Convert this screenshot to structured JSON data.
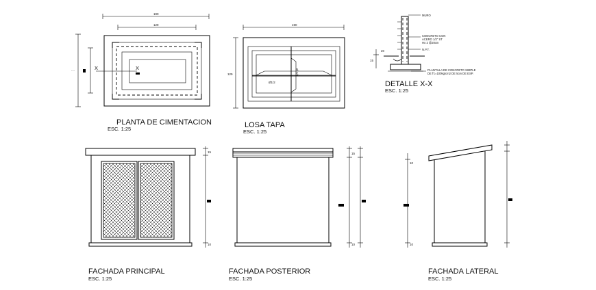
{
  "views": {
    "planta_cimentacion": {
      "title": "PLANTA DE CIMENTACION",
      "scale": "ESC. 1:25",
      "dim_outer": "190",
      "dim_inner": "129",
      "section_mark": "X"
    },
    "losa_tapa": {
      "title": "LOSA TAPA",
      "scale": "ESC. 1:25",
      "dim_top": "190",
      "dim_side": "129",
      "rebar_note": "Ø1/2",
      "rebar_label": "Ø 1/2"
    },
    "detalle": {
      "title": "DETALLE X-X",
      "scale": "ESC. 1:25",
      "notes": [
        "MURO",
        "CONCRETO CON",
        "ACERO 1/2\" ST",
        "Ho 2 @20cm",
        "N.P.T.",
        "PLANTILLA DE CONCRETO SIMPLE",
        "DE f'c=100kg/cm2 DE 5cm DE ESP."
      ],
      "dims": [
        "15",
        "20"
      ]
    },
    "fachada_principal": {
      "title": "FACHADA PRINCIPAL",
      "scale": "ESC. 1:25",
      "dim_top": "15",
      "dim_bottom": "10"
    },
    "fachada_posterior": {
      "title": "FACHADA POSTERIOR",
      "scale": "ESC. 1:25",
      "dim_top": "15",
      "dim_bottom": "10"
    },
    "fachada_lateral": {
      "title": "FACHADA LATERAL",
      "scale": "ESC. 1:25",
      "dim_top": "10",
      "dim_bottom": "10"
    }
  }
}
